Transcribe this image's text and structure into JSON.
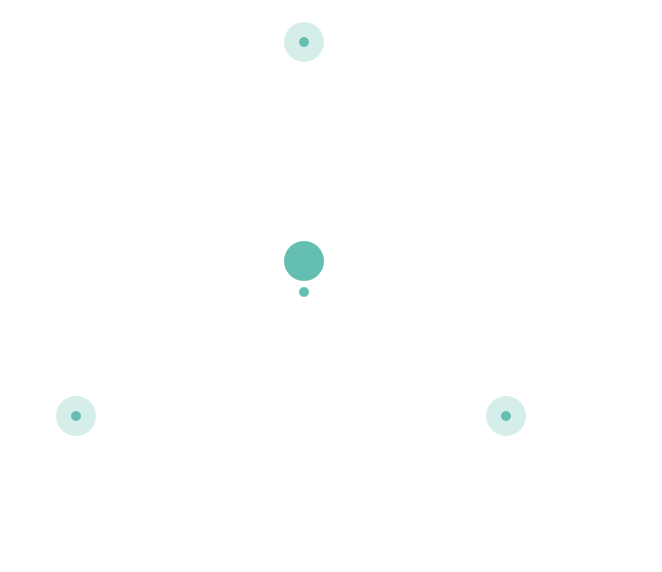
{
  "colors": {
    "accent": "#64bfb0",
    "halo": "#d6eeea",
    "background": "#ffffff"
  },
  "targets": [
    {
      "id": "top",
      "icon": "target-dot-icon"
    },
    {
      "id": "left",
      "icon": "target-dot-icon"
    },
    {
      "id": "right",
      "icon": "target-dot-icon"
    }
  ],
  "handle": {
    "icon": "drag-handle-icon"
  },
  "anchor": {
    "icon": "anchor-dot-icon"
  }
}
